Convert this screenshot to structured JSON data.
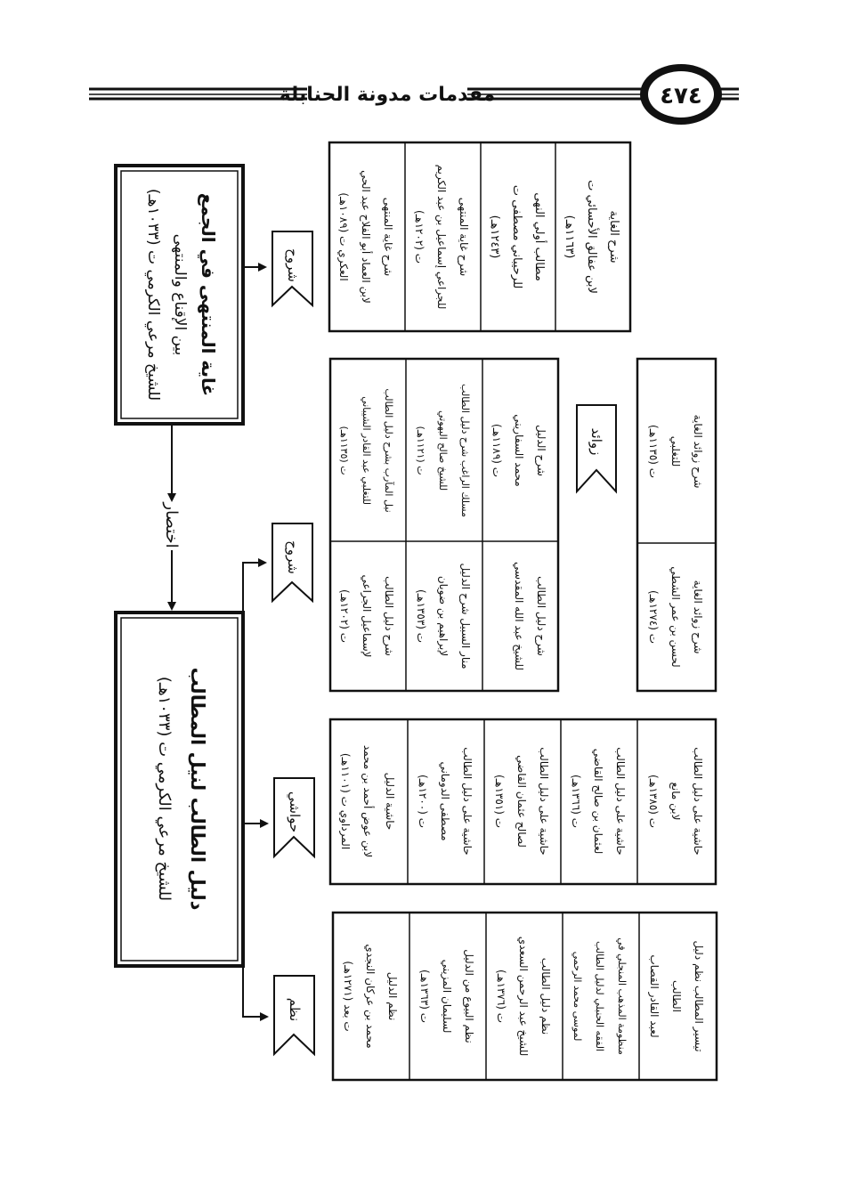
{
  "header": {
    "page_number": "٤٧٤",
    "book_title": "مقدمات مدونة الحنابلة"
  },
  "ghaya": {
    "title": "غاية المنتهى في الجمع",
    "line2": "بين الإقناع والمنتهى",
    "line3": "للشيخ مرعي الكرمي ت (١٠٣٣هـ)"
  },
  "daleel": {
    "title": "دليل الطالب لنيل المطالب",
    "line2": "للشيخ مرعي الكرمي ت (١٠٣٣هـ)"
  },
  "relations": {
    "ikhtisar": "اختصار",
    "shuruh": "شروح",
    "hawashi": "حواشي",
    "nadhm": "نظم",
    "zawaid": "زوائد"
  },
  "ghaya_shuruh": [
    [
      "شرح غاية المنتهى",
      "لابن العماد أبو الفلاح عبد الحي",
      "العكري ت (١٠٨٩هـ)"
    ],
    [
      "شرح غاية المنتهى",
      "للجراعي إسماعيل بن عبد الكريم",
      "ت (١٢٠٢هـ)"
    ],
    [
      "مطالب أولي النهى",
      "للرحيباني مصطفى ت",
      "(١٢٤٣هـ)"
    ],
    [
      "شرح الغاية",
      "لابن عفالق الأحسائي ت",
      "(١١٦٣هـ)"
    ]
  ],
  "daleel_shuruh": [
    [
      "شرح دليل الطالب",
      "لإسماعيل الجراعي",
      "ت (١٢٠٢هـ)"
    ],
    [
      "نيل المآرب بشرح دليل الطالب",
      "للتغلبي عبد القادر الشيباني",
      "ت (١١٣٥هـ)"
    ],
    [
      "منار السبيل شرح الدليل",
      "لإبراهيم بن ضويان",
      "ت (١٣٥٣هـ)"
    ],
    [
      "مسلك الراغب شرح دليل الطالب",
      "للشيخ صالح البهوتي",
      "ت (١١٢١هـ)"
    ],
    [
      "شرح دليل الطالب",
      "للشيخ عبد الله المقدسي",
      ""
    ],
    [
      "شرح الدليل",
      "محمد السفاريني",
      "ت (١١٨٩هـ)"
    ]
  ],
  "zawaid": [
    [
      "شرح زوائد الغاية",
      "لحسن بن عمر الشطي",
      "ت (١٢٧٤هـ)"
    ],
    [
      "شرح زوائد الغاية",
      "للتغلبي",
      "ت (١١٣٥هـ)"
    ]
  ],
  "hawashi": [
    [
      "حاشية الدليل",
      "لابن عوض أحمد بن محمد",
      "المرداوي ت (١١٠١هـ)"
    ],
    [
      "حاشية على دليل الطالب",
      "مصطفى الدوماني",
      "ت (١٢٠٠هـ)"
    ],
    [
      "حاشية على دليل الطالب",
      "لصالح عثمان القاضي",
      "ت (١٣٥١هـ)"
    ],
    [
      "حاشية على دليل الطالب",
      "لعثمان بن صالح القاضي",
      "ت (١٣٦٦هـ)"
    ],
    [
      "حاشية على دليل الطالب",
      "لابن مانع",
      "ت (١٣٨٥هـ)"
    ]
  ],
  "nadhm": [
    [
      "نظم الدليل",
      "محمد بن عركان النجدي",
      "ت بعد (١٢٧١هـ)"
    ],
    [
      "نظم البيوع من الدليل",
      "لسليمان المزيني",
      "ت (١٣٦٣هـ)"
    ],
    [
      "نظم دليل الطالب",
      "للشيخ عبد الرحمن السعدي",
      "ت (١٣٧٦هـ)"
    ],
    [
      "منظومة المذهب المنجلي في",
      "الفقه الحنبلي لدليل الطالب",
      "لموسى محمد الرحمي"
    ],
    [
      "تيسير المطالب نظم دليل",
      "الطالب",
      "لعبد القادر القصاب"
    ]
  ]
}
